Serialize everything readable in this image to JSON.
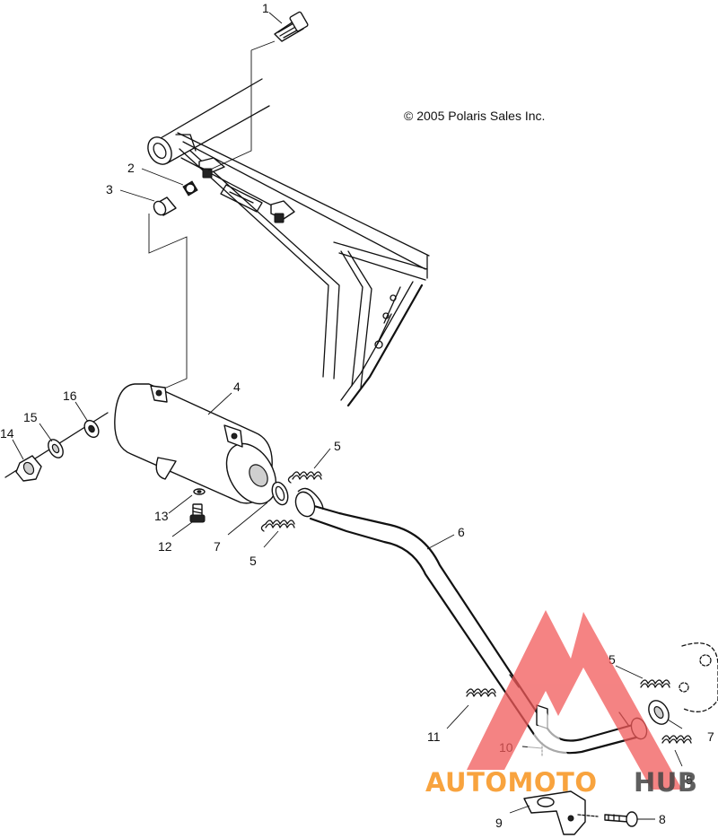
{
  "copyright": "© 2005 Polaris Sales Inc.",
  "callouts": [
    {
      "id": "c1",
      "label": "1"
    },
    {
      "id": "c2",
      "label": "2"
    },
    {
      "id": "c3",
      "label": "3"
    },
    {
      "id": "c4",
      "label": "4"
    },
    {
      "id": "c5a",
      "label": "5"
    },
    {
      "id": "c5b",
      "label": "5"
    },
    {
      "id": "c5c",
      "label": "5"
    },
    {
      "id": "c5d",
      "label": "5"
    },
    {
      "id": "c6",
      "label": "6"
    },
    {
      "id": "c7a",
      "label": "7"
    },
    {
      "id": "c7b",
      "label": "7"
    },
    {
      "id": "c8",
      "label": "8"
    },
    {
      "id": "c9",
      "label": "9"
    },
    {
      "id": "c10",
      "label": "10"
    },
    {
      "id": "c11",
      "label": "11"
    },
    {
      "id": "c12",
      "label": "12"
    },
    {
      "id": "c13",
      "label": "13"
    },
    {
      "id": "c14",
      "label": "14"
    },
    {
      "id": "c15",
      "label": "15"
    },
    {
      "id": "c16",
      "label": "16"
    }
  ],
  "watermark": {
    "text_part1": "AUTOMOTO",
    "text_part2": "HUB",
    "color_primary": "#f7941d",
    "color_secondary": "#444444",
    "logo_color": "#f15a5a"
  }
}
